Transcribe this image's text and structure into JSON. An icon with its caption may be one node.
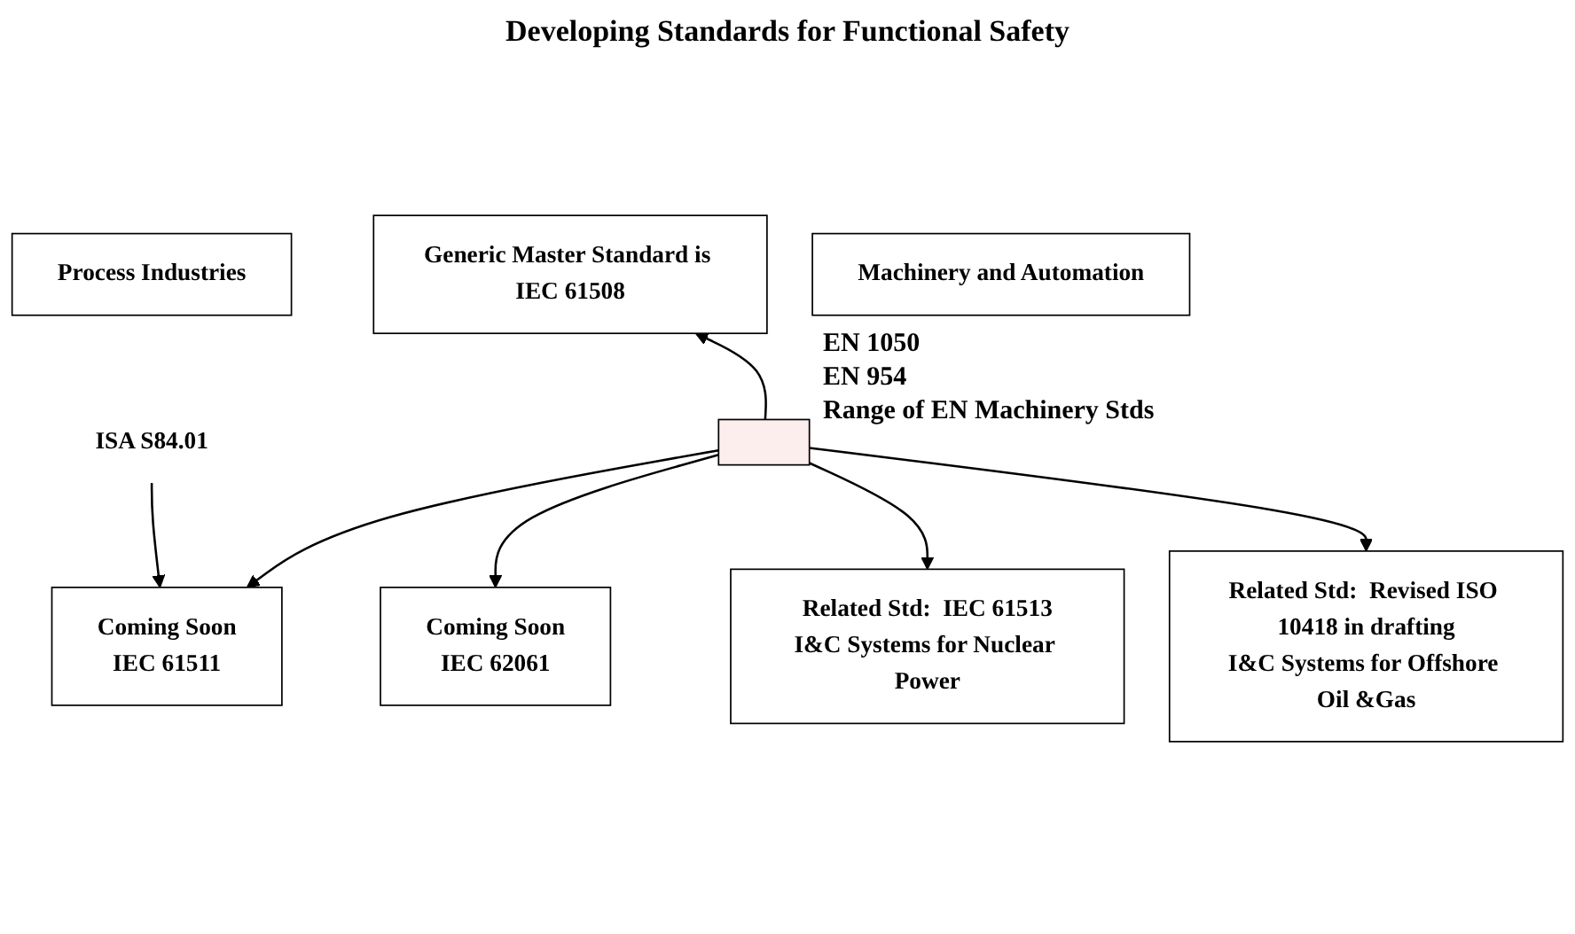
{
  "diagram": {
    "title": "Developing Standards for Functional Safety",
    "nodes": [
      {
        "text": [
          "Generic Master Standard is IEC 61508"
        ]
      },
      {
        "text": [
          "Process Industries"
        ]
      },
      {
        "text": [
          "ISA S84.01"
        ]
      },
      {
        "text": [
          "Machinery and Automation"
        ]
      },
      {
        "text": [
          "Coming Soon",
          "IEC 61511"
        ]
      },
      {
        "text": [
          "Coming Soon",
          "IEC 62061"
        ]
      },
      {
        "text": [],
        "shape": "box"
      },
      {
        "text": [
          "Related Std:  IEC 61513",
          "I&C Systems for Nuclear Power"
        ]
      },
      {
        "text": [
          "Related Std:  Revised ISO 10418 in drafting",
          "I&C Systems for Offshore Oil &Gas"
        ]
      }
    ],
    "edges": [
      {
        "from": 6,
        "to": 0,
        "arrow": "to"
      },
      {
        "from": 6,
        "to": 4,
        "arrow": "to"
      },
      {
        "from": 6,
        "to": 5,
        "arrow": "to"
      },
      {
        "from": 6,
        "to": 7,
        "arrow": "to"
      },
      {
        "from": 6,
        "to": 8,
        "arrow": "to"
      },
      {
        "from": 2,
        "to": 4,
        "arrow": "to"
      }
    ],
    "labels": [
      "EN 1050",
      "EN 954",
      "Range of EN Machinery Stds"
    ]
  }
}
